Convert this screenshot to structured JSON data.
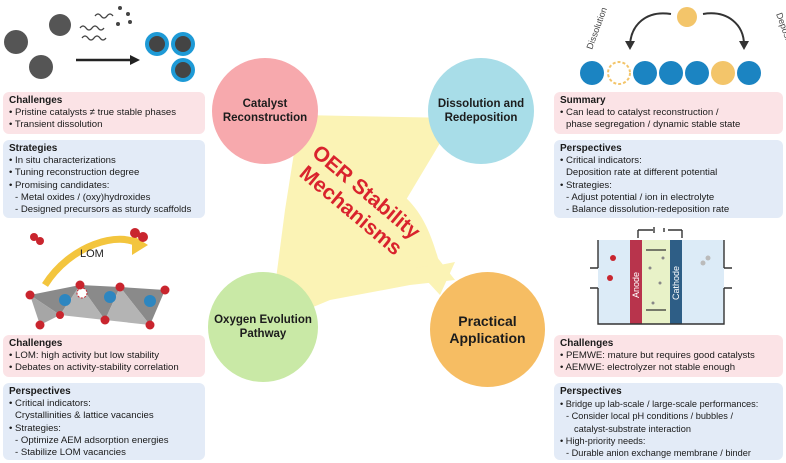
{
  "center": {
    "title_line1": "OER Stability",
    "title_line2": "Mechanisms"
  },
  "circles": {
    "reconstruction": {
      "line1": "Catalyst",
      "line2": "Reconstruction",
      "color": "#f7a9ad"
    },
    "dissolution": {
      "line1": "Dissolution and",
      "line2": "Redeposition",
      "color": "#a8dde8"
    },
    "oep": {
      "line1": "Oxygen Evolution",
      "line2": "Pathway",
      "color": "#c9e9a6"
    },
    "practical": {
      "line1": "Practical",
      "line2": "Application",
      "color": "#f6bd63"
    }
  },
  "tl_challenges": {
    "heading": "Challenges",
    "items": [
      "• Pristine catalysts ≠ true stable phases",
      "• Transient dissolution"
    ]
  },
  "tl_strategies": {
    "heading": "Strategies",
    "items": [
      "• In situ characterizations",
      "• Tuning reconstruction degree",
      "• Promising candidates:",
      "- Metal oxides / (oxy)hydroxides",
      "- Designed precursors as sturdy scaffolds"
    ]
  },
  "tr_summary": {
    "heading": "Summary",
    "items": [
      "• Can lead to catalyst reconstruction /",
      "phase segregation / dynamic stable state"
    ]
  },
  "tr_perspectives": {
    "heading": "Perspectives",
    "items": [
      "• Critical indicators:",
      "Deposition rate at different potential",
      "• Strategies:",
      "- Adjust potential / ion in electrolyte",
      "- Balance dissolution-redeposition rate"
    ]
  },
  "bl_challenges": {
    "heading": "Challenges",
    "items": [
      "• LOM: high activity but low stability",
      "• Debates on activity-stability correlation"
    ]
  },
  "bl_perspectives": {
    "heading": "Perspectives",
    "items": [
      "• Critical indicators:",
      "Crystallinities & lattice vacancies",
      "• Strategies:",
      "- Optimize AEM adsorption energies",
      "- Stabilize LOM vacancies"
    ]
  },
  "br_challenges": {
    "heading": "Challenges",
    "items": [
      "• PEMWE: mature but requires good catalysts",
      "• AEMWE: electrolyzer not stable enough"
    ]
  },
  "br_perspectives": {
    "heading": "Perspectives",
    "items": [
      "• Bridge up lab-scale / large-scale performances:",
      "- Consider local pH conditions / bubbles /",
      "catalyst-substrate interaction",
      "• High-priority needs:",
      "- Durable anion exchange membrane / binder"
    ]
  },
  "illustrations": {
    "lom_label": "LOM",
    "dissolution_label": "Dissolution",
    "deposition_label": "Deposition",
    "anode_label": "Anode",
    "cathode_label": "Cathode"
  }
}
